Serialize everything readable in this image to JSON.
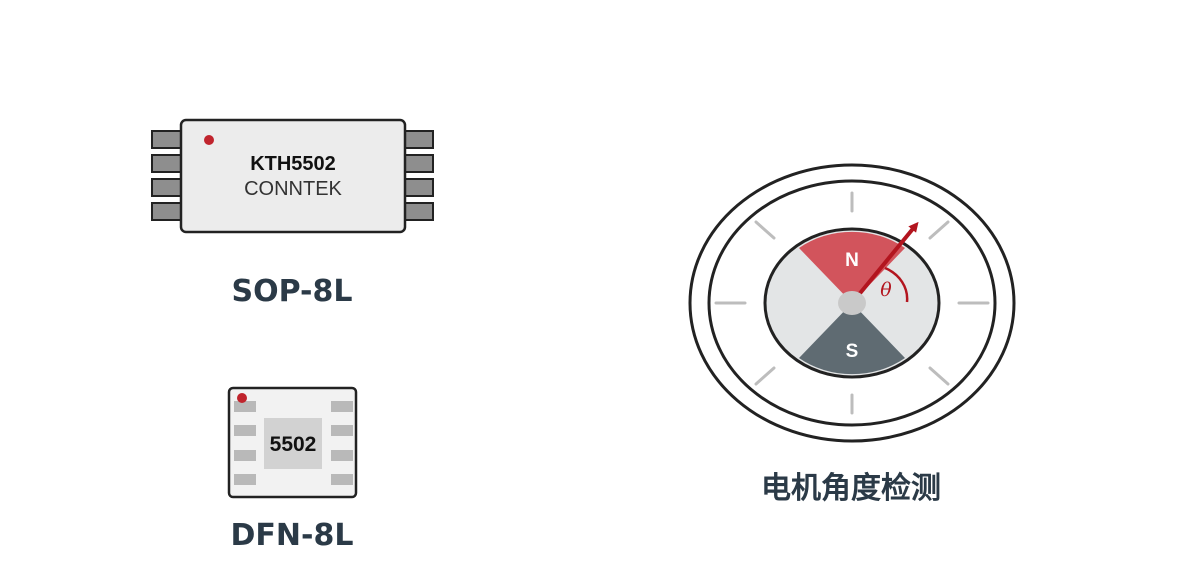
{
  "sop": {
    "part_number": "KTH5502",
    "brand": "CONNTEK",
    "caption": "SOP-8L"
  },
  "dfn": {
    "part_number": "5502",
    "caption": "DFN-8L"
  },
  "sensor": {
    "north_label": "N",
    "south_label": "S",
    "angle_label": "θ",
    "caption": "电机角度检测"
  },
  "colors": {
    "caption": "#2b3a47",
    "pin1_marker": "#c0242d",
    "north_pole": "#d2545c",
    "south_pole": "#5f6b72",
    "arrow": "#b3151f",
    "chip_body": "#ececec",
    "pad": "#b9b9b9"
  }
}
